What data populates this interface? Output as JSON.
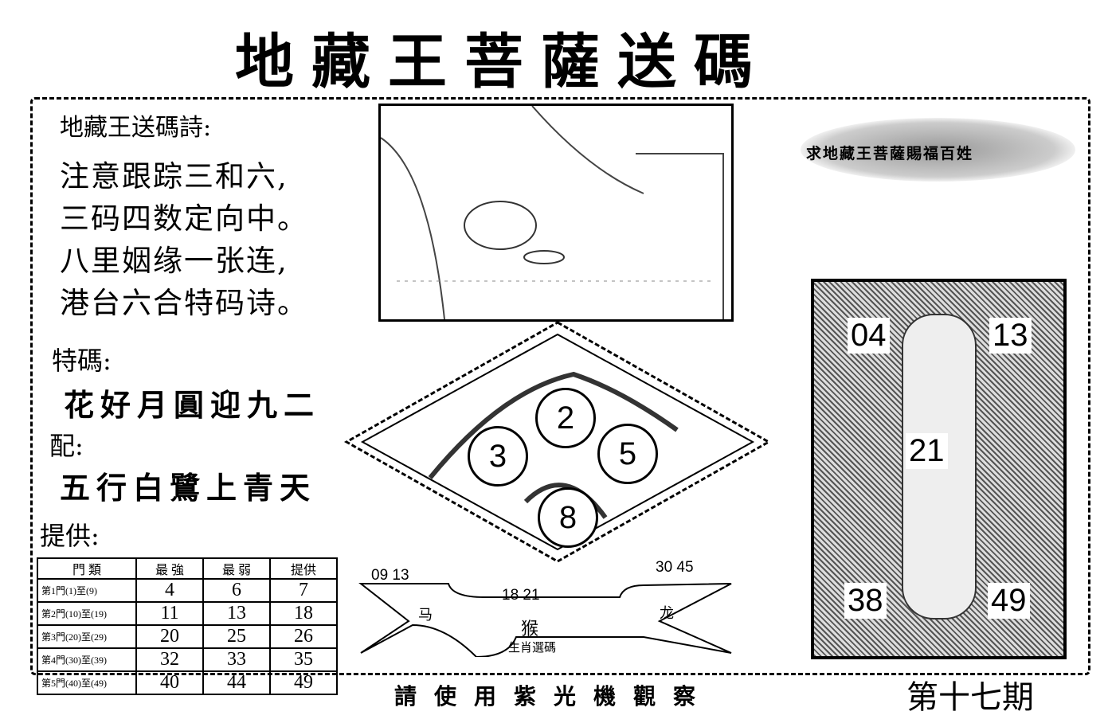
{
  "title": "地藏王菩薩送碼",
  "poem": {
    "heading": "地藏王送碼詩:",
    "lines": [
      "注意跟踪三和六,",
      "三码四数定向中。",
      "八里姻缘一张连,",
      "港台六合特码诗。"
    ]
  },
  "special": {
    "label": "特碼:",
    "text": "花好月圓迎九二"
  },
  "match": {
    "label": "配:",
    "text": "五行白鷺上青天"
  },
  "provider": {
    "label": "提供:"
  },
  "table": {
    "headers": [
      "門 類",
      "最 強",
      "最 弱",
      "提供"
    ],
    "rows": [
      [
        "第1門(1)至(9)",
        "4",
        "6",
        "7"
      ],
      [
        "第2門(10)至(19)",
        "11",
        "13",
        "18"
      ],
      [
        "第3門(20)至(29)",
        "20",
        "25",
        "26"
      ],
      [
        "第4門(30)至(39)",
        "32",
        "33",
        "35"
      ],
      [
        "第5門(40)至(49)",
        "40",
        "44",
        "49"
      ]
    ]
  },
  "banner": {
    "text": "求地藏王菩薩賜福百姓"
  },
  "diamond": {
    "balls": [
      "2",
      "3",
      "5",
      "8"
    ]
  },
  "zodiac": {
    "left_nums": "09 13",
    "center_nums": "18  21",
    "right_nums": "30 45",
    "left_animal": "马",
    "right_animal": "龙",
    "center_animal": "猴",
    "caption": "生肖選碼"
  },
  "buddha": {
    "nums": [
      "04",
      "13",
      "21",
      "38",
      "49"
    ]
  },
  "footer": {
    "note": "請使用紫光機觀察",
    "issue": "第十七期"
  }
}
